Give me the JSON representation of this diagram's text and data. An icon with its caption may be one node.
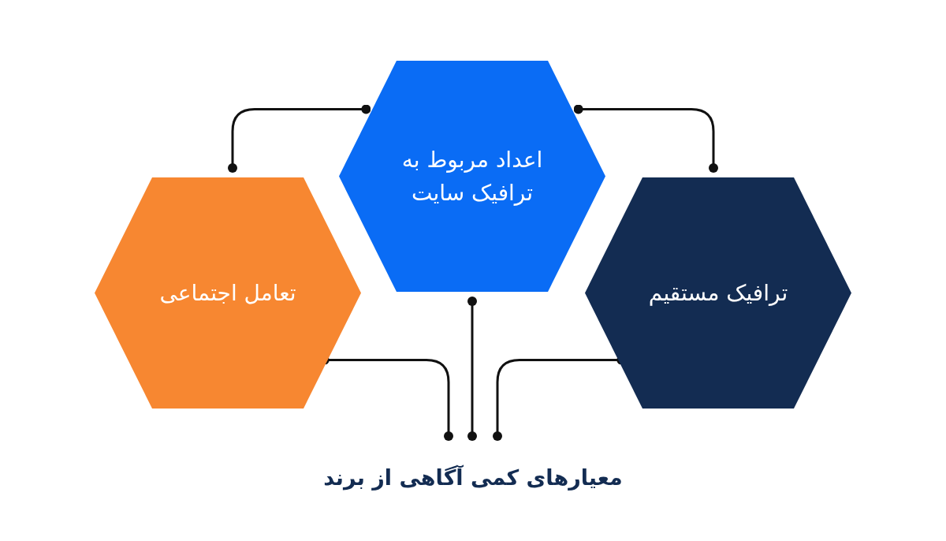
{
  "diagram": {
    "nodes": [
      {
        "text": [
          "اعداد مربوط به ترافیک سایت"
        ]
      },
      {
        "text": [
          "تعامل اجتماعی"
        ]
      },
      {
        "text": [
          "ترافیک مستقیم"
        ]
      },
      {
        "text": [
          "معیارهای کمی آگاهی از برند"
        ]
      }
    ],
    "edges": [
      {
        "from": 0,
        "to": 1,
        "arrow": "other"
      },
      {
        "from": 0,
        "to": 2,
        "arrow": "other"
      },
      {
        "from": 1,
        "to": 3,
        "arrow": "other"
      },
      {
        "from": 0,
        "to": 3,
        "arrow": "other"
      },
      {
        "from": 2,
        "to": 3,
        "arrow": "other"
      }
    ]
  }
}
